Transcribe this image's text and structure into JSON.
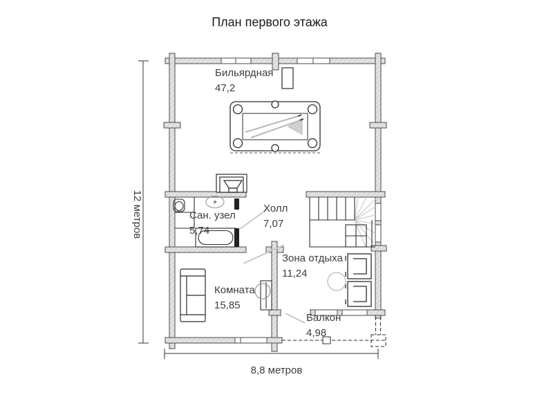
{
  "title": "План первого этажа",
  "dimensions": {
    "vertical": "12 метров",
    "horizontal": "8,8 метров"
  },
  "rooms": {
    "billiard": {
      "name": "Бильярдная",
      "area": "47,2"
    },
    "bathroom": {
      "name": "Сан. узел",
      "area": "5,74"
    },
    "hall": {
      "name": "Холл",
      "area": "7,07"
    },
    "room": {
      "name": "Комната",
      "area": "15,85"
    },
    "lounge": {
      "name": "Зона отдыха",
      "area": "11,24"
    },
    "balcony": {
      "name": "Балкон",
      "area": "4,98"
    }
  },
  "furniture_icons": [
    "billiard-table-icon",
    "fireplace-icon",
    "toilet-icon",
    "sink-icon",
    "bathtub-icon",
    "stairs-icon",
    "sofa-icon",
    "door-icon",
    "armchair-icon",
    "coffee-table-icon",
    "chimney-icon"
  ],
  "colors": {
    "wall_fill": "#e3e3e3",
    "wall_hatch": "#c2c2c2",
    "wall_outline": "#4a4a4a",
    "line": "#2b2b2b",
    "leader": "#c9c9c9",
    "text": "#3d3d3d"
  }
}
